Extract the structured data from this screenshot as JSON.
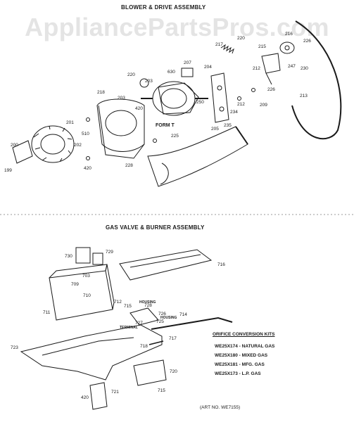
{
  "watermark": "AppliancePartsPros.com",
  "sections": {
    "blower": {
      "title": "BLOWER & DRIVE ASSEMBLY"
    },
    "gas": {
      "title": "GAS VALVE & BURNER ASSEMBLY"
    }
  },
  "form_label": "FORM T",
  "callouts": {
    "housing_a": "HOUSING",
    "housing_b": "HOUSING",
    "terminal": "TERMINAL"
  },
  "blower_parts": [
    "217",
    "220",
    "215",
    "216",
    "226",
    "247",
    "230",
    "207",
    "630",
    "204",
    "220",
    "203",
    "218",
    "203",
    "420",
    "250",
    "212",
    "226",
    "209",
    "212",
    "234",
    "205",
    "235",
    "213",
    "201",
    "510",
    "225",
    "200",
    "202",
    "420",
    "228",
    "199"
  ],
  "gas_parts": [
    "730",
    "729",
    "716",
    "703",
    "709",
    "710",
    "712",
    "711",
    "715",
    "728",
    "726",
    "727",
    "725",
    "714",
    "723",
    "718",
    "717",
    "720",
    "715",
    "721",
    "420"
  ],
  "orifice": {
    "title": "ORIFICE CONVERSION KITS",
    "kits": [
      "WE25X174 - NATURAL GAS",
      "WE25X180 - MIXED GAS",
      "WE25X181 - MFG. GAS",
      "WE25X173 - L.P. GAS"
    ]
  },
  "art_no": "(ART NO. WE7155)"
}
